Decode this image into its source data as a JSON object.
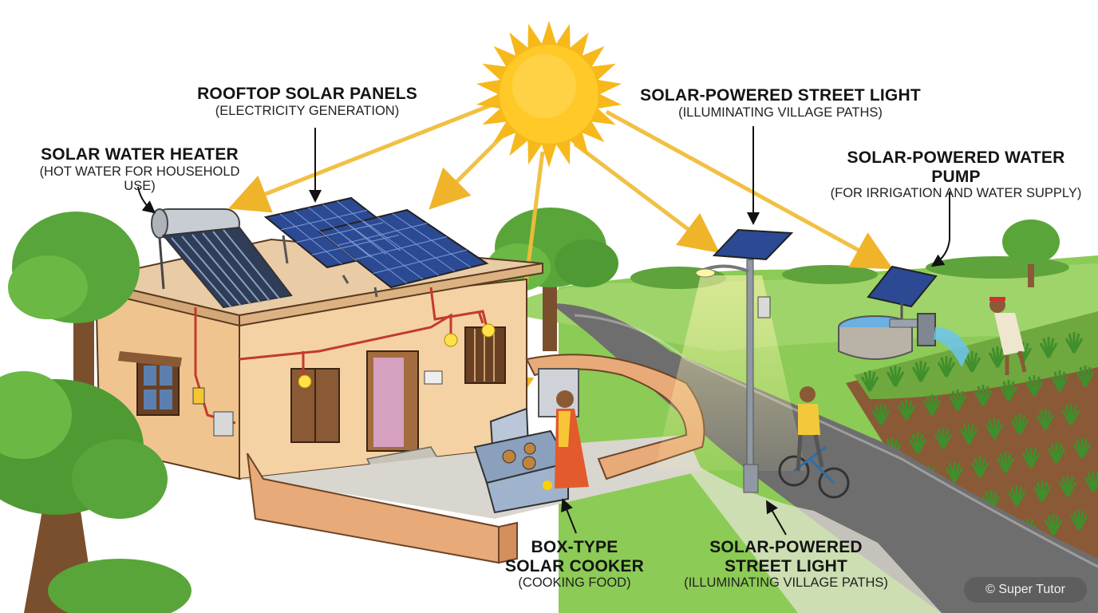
{
  "labels": {
    "rooftop_panels": {
      "title": "ROOFTOP SOLAR PANELS",
      "sub": "(ELECTRICITY GENERATION)"
    },
    "water_heater": {
      "title": "SOLAR WATER HEATER",
      "sub": "(HOT WATER FOR HOUSEHOLD USE)"
    },
    "street_light_top": {
      "title": "SOLAR-POWERED STREET LIGHT",
      "sub": "(ILLUMINATING VILLAGE PATHS)"
    },
    "water_pump": {
      "title": "SOLAR-POWERED WATER PUMP",
      "sub": "(FOR IRRIGATION AND WATER SUPPLY)"
    },
    "solar_cooker": {
      "title_line1": "BOX-TYPE",
      "title_line2": "SOLAR COOKER",
      "sub": "(COOKING FOOD)"
    },
    "street_light_bottom": {
      "title_line1": "SOLAR-POWERED",
      "title_line2": "STREET LIGHT",
      "sub": "(ILLUMINATING VILLAGE PATHS)"
    }
  },
  "watermark": "© Super Tutor",
  "colors": {
    "sky": "#ffffff",
    "sun": "#f7b81c",
    "sun_ray": "#f1bd3a",
    "panel": "#2c4a93",
    "wall": "#f2cd99",
    "roof_slab": "#e7c7a0",
    "boundary_wall": "#e7a97a",
    "grass": "#7cc045",
    "road": "#6e6e6e",
    "tree_leaf": "#56a33a",
    "trunk": "#8a5a36"
  }
}
